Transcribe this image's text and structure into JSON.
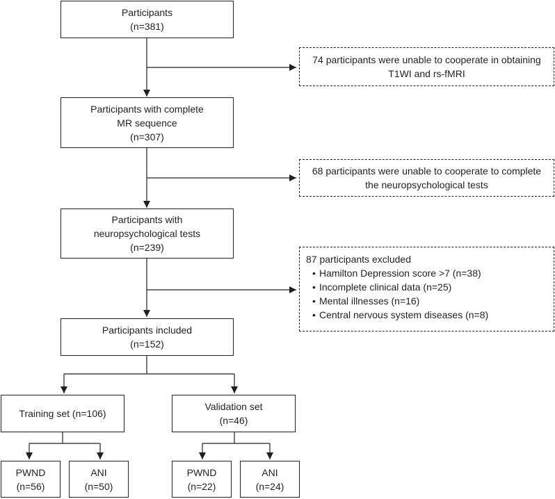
{
  "participants": [
    "Participants",
    "(n=381)"
  ],
  "exclusion_1": [
    "74 participants were unable to cooperate in obtaining",
    "T1WI and rs-fMRI"
  ],
  "complete_mr": [
    "Participants with complete",
    "MR sequence",
    "(n=307)"
  ],
  "exclusion_2": [
    "68 participants were unable to cooperate to complete",
    "the neuropsychological tests"
  ],
  "neuro_tests": [
    "Participants with",
    "neuropsychological tests",
    "(n=239)"
  ],
  "exclusion_3": {
    "title": "87 participants excluded",
    "items": [
      "Hamilton Depression score >7 (n=38)",
      "Incomplete clinical data (n=25)",
      "Mental illnesses (n=16)",
      "Central nervous system diseases (n=8)"
    ]
  },
  "included": [
    "Participants included",
    "(n=152)"
  ],
  "training_set": [
    "Training set (n=106)"
  ],
  "validation_set": [
    "Validation set",
    "(n=46)"
  ],
  "training_pwnd": [
    "PWND",
    "(n=56)"
  ],
  "training_ani": [
    "ANI",
    "(n=50)"
  ],
  "validation_pwnd": [
    "PWND",
    "(n=22)"
  ],
  "validation_ani": [
    "ANI",
    "(n=24)"
  ],
  "colors": {
    "line": "#231f20",
    "text": "#231f20",
    "background": "#ffffff"
  }
}
